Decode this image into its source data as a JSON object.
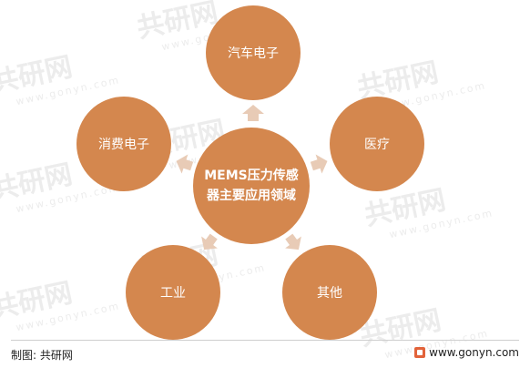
{
  "colors": {
    "circle_fill": "#d4874e",
    "arrow_fill": "#e8cbb6",
    "text": "#ffffff"
  },
  "watermark": {
    "text": "共研网",
    "sub": "www.gonyn.com"
  },
  "diagram": {
    "center_label": "MEMS压力传感器主要应用领域",
    "nodes": [
      {
        "id": "consumer",
        "label": "汽车电子"
      },
      {
        "id": "medical",
        "label": "医疗"
      },
      {
        "id": "other",
        "label": "其他"
      },
      {
        "id": "industry",
        "label": "工业"
      },
      {
        "id": "consumer-electronics",
        "label": "消费电子"
      }
    ]
  },
  "footer": {
    "credit": "制图: 共研网",
    "website": "www.gonyn.com"
  }
}
